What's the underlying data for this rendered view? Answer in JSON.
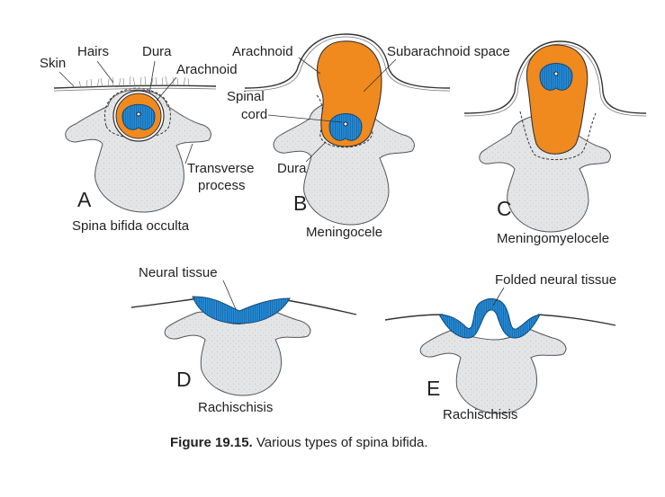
{
  "caption": {
    "figure_label": "Figure 19.15.",
    "text": "Various types of spina bifida."
  },
  "panels": {
    "a": {
      "letter": "A",
      "title": "Spina bifida occulta",
      "labels": {
        "skin": "Skin",
        "hairs": "Hairs",
        "dura": "Dura",
        "arachnoid": "Arachnoid",
        "transverse_process_1": "Transverse",
        "transverse_process_2": "process"
      }
    },
    "b": {
      "letter": "B",
      "title": "Meningocele",
      "labels": {
        "arachnoid": "Arachnoid",
        "subarachnoid_space": "Subarachnoid space",
        "spinal_cord_1": "Spinal",
        "spinal_cord_2": "cord",
        "dura": "Dura"
      }
    },
    "c": {
      "letter": "C",
      "title": "Meningomyelocele"
    },
    "d": {
      "letter": "D",
      "title": "Rachischisis",
      "labels": {
        "neural_tissue": "Neural tissue"
      }
    },
    "e": {
      "letter": "E",
      "title": "Rachischisis",
      "labels": {
        "folded_neural_tissue": "Folded neural tissue"
      }
    }
  },
  "colors": {
    "csf_orange": "#f08a1e",
    "neural_blue": "#2a8ed8",
    "bone_gray": "#e2e4e6",
    "line": "#333333"
  }
}
